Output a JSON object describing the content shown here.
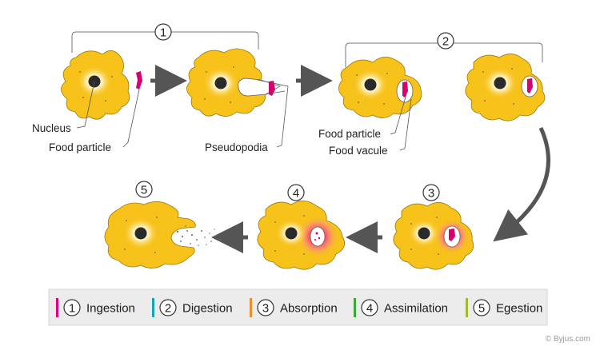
{
  "labels": {
    "nucleus": "Nucleus",
    "food_particle_1": "Food particle",
    "pseudopodia": "Pseudopodia",
    "food_particle_2": "Food particle",
    "food_vacule": "Food vacule"
  },
  "steps": [
    "1",
    "2",
    "3",
    "4",
    "5"
  ],
  "legend": [
    {
      "num": "1",
      "label": "Ingestion",
      "color": "#e6007e"
    },
    {
      "num": "2",
      "label": "Digestion",
      "color": "#12a6b5"
    },
    {
      "num": "3",
      "label": "Absorption",
      "color": "#f28c28"
    },
    {
      "num": "4",
      "label": "Assimilation",
      "color": "#3aaa35"
    },
    {
      "num": "5",
      "label": "Egestion",
      "color": "#a5b82a"
    }
  ],
  "credit": "© Byjus.com",
  "colors": {
    "cell": "#f7c21a",
    "cell_outline": "#9a7a10",
    "food": "#d6006e",
    "arrow": "#555555"
  }
}
